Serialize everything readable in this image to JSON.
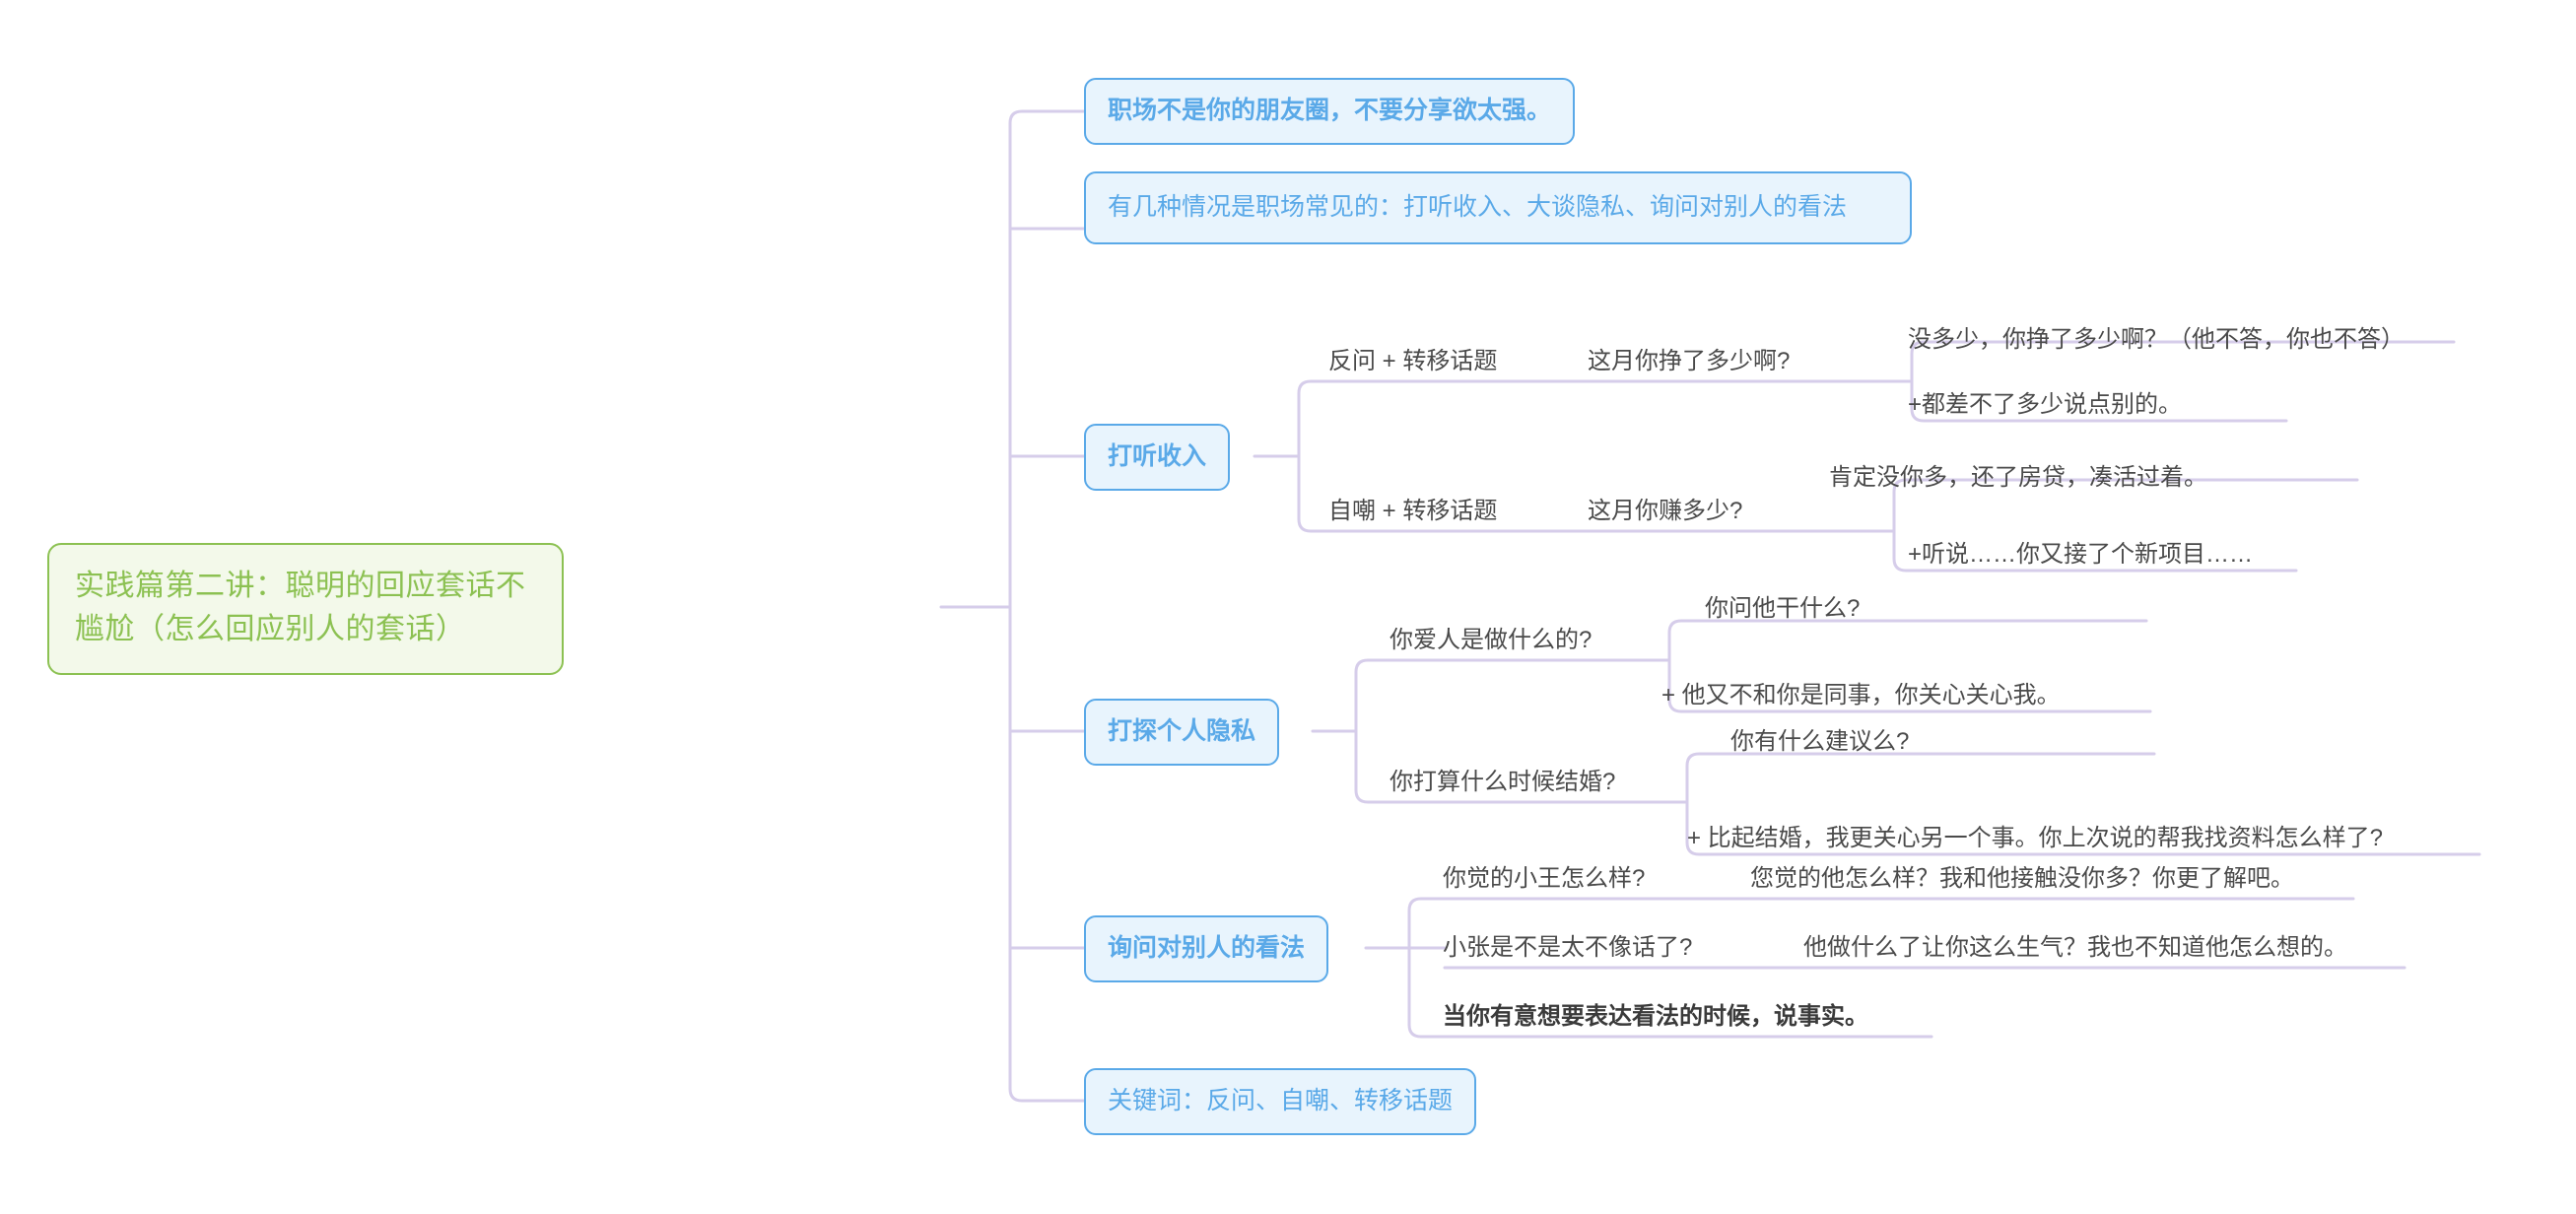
{
  "colors": {
    "root_fill": "#f3f9ea",
    "root_border": "#8cc152",
    "root_text": "#8cc152",
    "branch_fill": "#e8f4fd",
    "branch_border": "#5aa9e8",
    "branch_text": "#5aa9e8",
    "wire": "#d6cdea",
    "leaf_text": "#4a4a4a",
    "canvas": "#ffffff"
  },
  "mindmap": {
    "root": {
      "label": "实践篇第二讲：聪明的回应套话不尴尬（怎么回应别人的套话）"
    },
    "branches": [
      {
        "id": "workplace-not-friends",
        "label": "职场不是你的朋友圈，不要分享欲太强。",
        "style": "blue-bold",
        "children": []
      },
      {
        "id": "common-situations",
        "label": "有几种情况是职场常见的：打听收入、大谈隐私、询问对别人的看法",
        "style": "blue-plain",
        "children": []
      },
      {
        "id": "ask-income",
        "label": "打听收入",
        "style": "blue-bold",
        "children": [
          {
            "id": "counter-question",
            "label": "反问 + 转移话题",
            "children": [
              {
                "id": "income-q1",
                "label": "这月你挣了多少啊?"
              },
              {
                "id": "income-a1",
                "label": "没多少，你挣了多少啊？（他不答，你也不答）"
              },
              {
                "id": "income-a2",
                "label": "+都差不了多少说点别的。"
              }
            ]
          },
          {
            "id": "self-mockery",
            "label": "自嘲 + 转移话题",
            "children": [
              {
                "id": "income-q2",
                "label": "这月你赚多少?"
              },
              {
                "id": "income-b1",
                "label": "肯定没你多，还了房贷，凑活过着。"
              },
              {
                "id": "income-b2",
                "label": "+听说……你又接了个新项目……"
              }
            ]
          }
        ]
      },
      {
        "id": "pry-privacy",
        "label": "打探个人隐私",
        "style": "blue-bold",
        "children": [
          {
            "id": "spouse-job",
            "label": "你爱人是做什么的?",
            "children": [
              {
                "id": "privacy-q1",
                "label": "你问他干什么?"
              },
              {
                "id": "privacy-a1",
                "label": "+ 他又不和你是同事，你关心关心我。"
              }
            ]
          },
          {
            "id": "when-marry",
            "label": "你打算什么时候结婚?",
            "children": [
              {
                "id": "privacy-q2",
                "label": "你有什么建议么?"
              },
              {
                "id": "privacy-a2",
                "label": "+ 比起结婚，我更关心另一个事。你上次说的帮我找资料怎么样了?"
              }
            ]
          }
        ]
      },
      {
        "id": "ask-opinion",
        "label": "询问对别人的看法",
        "style": "blue-bold",
        "children": [
          {
            "id": "opinion-xiaowang",
            "label": "你觉的小王怎么样?",
            "reply": "您觉的他怎么样？我和他接触没你多？你更了解吧。"
          },
          {
            "id": "opinion-xiaozhang",
            "label": "小张是不是太不像话了?",
            "reply": "他做什么了让你这么生气？我也不知道他怎么想的。"
          },
          {
            "id": "opinion-state-facts",
            "label": "当你有意想要表达看法的时候，说事实。",
            "bold": true
          }
        ]
      },
      {
        "id": "keywords",
        "label": "关键词：反问、自嘲、转移话题",
        "style": "blue-plain",
        "children": []
      }
    ]
  }
}
